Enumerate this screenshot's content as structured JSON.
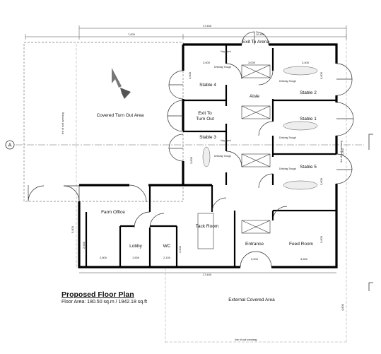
{
  "rooms": {
    "covered_turn_out": "Covered Turn Out Area",
    "stable4": "Stable 4",
    "stable3": "Stable 3",
    "stable2": "Stable 2",
    "stable1": "Stable 1",
    "stable5": "Stable 5",
    "aisle": "Aisle",
    "exit_turn_out_1": "Exit To",
    "exit_turn_out_2": "Turn Out",
    "exit_arena": "Exit To Arena",
    "farm_office": "Farm Office",
    "lobby": "Lobby",
    "wc": "WC",
    "tack_room": "Tack Room",
    "entrance": "Entrance",
    "feed_room": "Feed Room",
    "external_covered": "External Covered Area"
  },
  "labels": {
    "drinking_trough": "Drinking Trough",
    "hay_rack": "Hay Rack",
    "roof_overhang": "line of roof overhang",
    "grid_marker": "A"
  },
  "dimensions": {
    "top_overall": "17,400",
    "top_left": "7,000",
    "top_right": "10,400",
    "bottom_overall": "17,400",
    "s4_w": "3,000",
    "s4_h": "3,600",
    "aisle_w": "3,000",
    "s2_w": "3,400",
    "s2_h": "3,600",
    "s3_h": "3,600",
    "s5_h": "3,600",
    "right_h": "3,300",
    "left_h": "5,000",
    "office_h": "2,500",
    "office_w": "2,800",
    "lobby_w": "1,500",
    "wc_w": "2,100",
    "wc_h": "2,500",
    "entrance_w": "3,000",
    "feed_w": "3,600",
    "feed_h": "3,600",
    "external_h": "4,800"
  },
  "title": "Proposed Floor Plan",
  "floor_area": "Floor Area:  180.50 sq.m / 1942.18 sq.ft"
}
